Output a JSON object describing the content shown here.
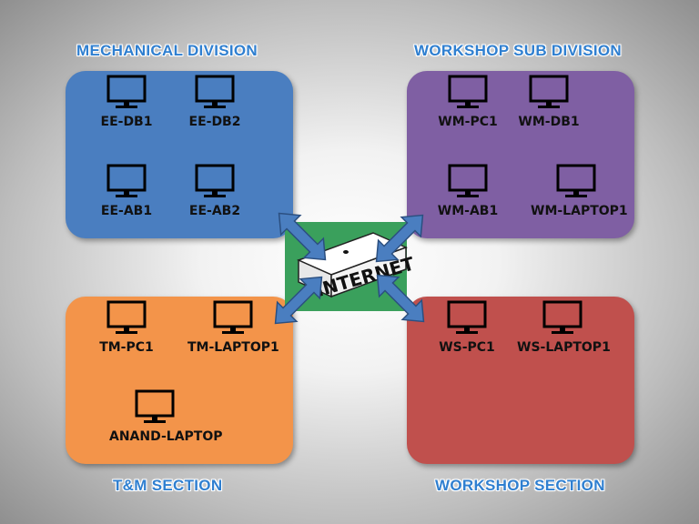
{
  "groups": {
    "mechanical": {
      "title": "MECHANICAL DIVISION",
      "color": "#4a7ec0",
      "devices": [
        "EE-DB1",
        "EE-DB2",
        "EE-AB1",
        "EE-AB2"
      ]
    },
    "workshop_sub": {
      "title": "WORKSHOP SUB DIVISION",
      "color": "#7f5fa3",
      "devices": [
        "WM-PC1",
        "WM-DB1",
        "WM-AB1",
        "WM-LAPTOP1"
      ]
    },
    "tm": {
      "title": "T&M SECTION",
      "color": "#f3944a",
      "devices": [
        "TM-PC1",
        "TM-LAPTOP1",
        "ANAND-LAPTOP"
      ]
    },
    "workshop": {
      "title": "WORKSHOP SECTION",
      "color": "#c0504d",
      "devices": [
        "WS-PC1",
        "WS-LAPTOP1"
      ]
    }
  },
  "center": {
    "label": "INTERNET",
    "bg_color": "#3aa05c",
    "arrow_color": "#4a7ec0",
    "icon": "internet-box-icon"
  },
  "device_icon": "monitor-icon"
}
